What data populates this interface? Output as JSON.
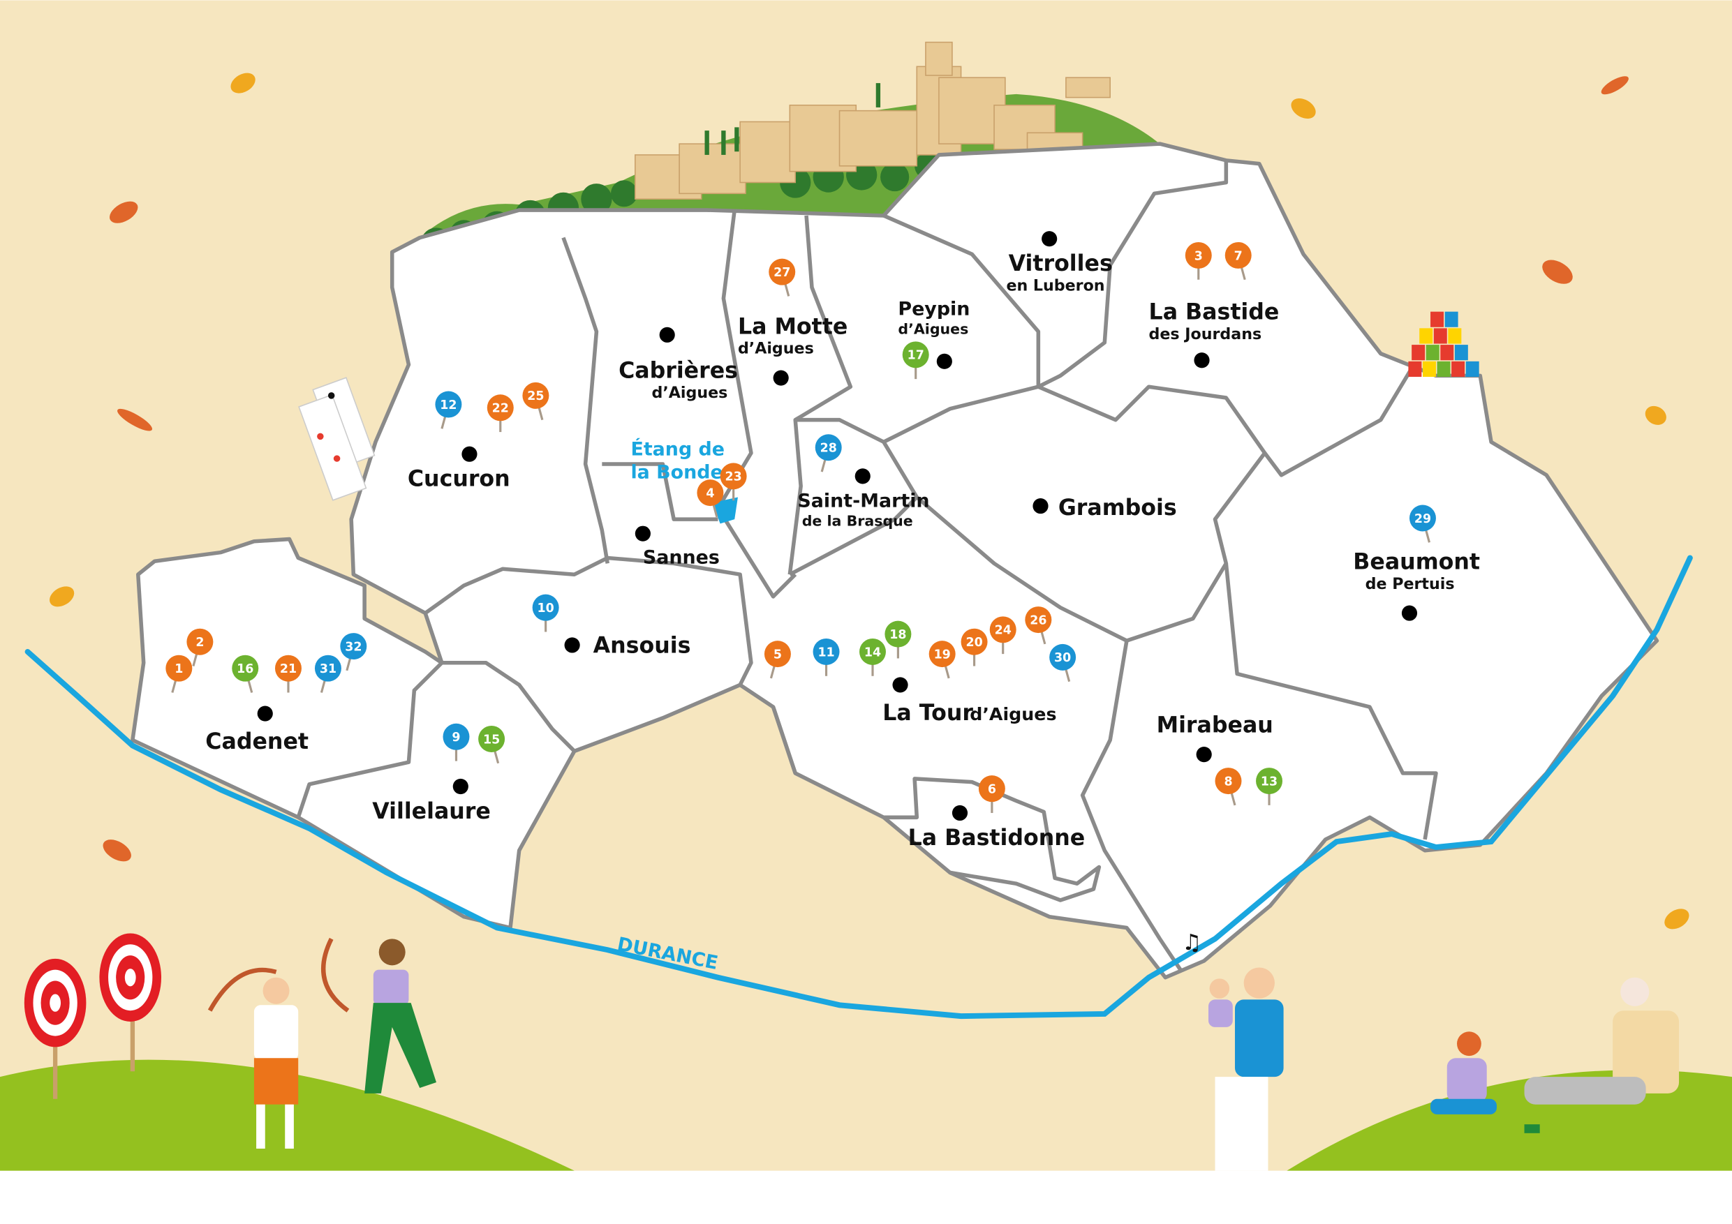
{
  "colors": {
    "background": "#f6e6bf",
    "commune_fill": "#ffffff",
    "border": "#8a8a8a",
    "river": "#1aa6df",
    "pin_orange": "#ec741a",
    "pin_blue": "#1a93d4",
    "pin_green": "#6cb22f",
    "grass": "#94c11f",
    "water_label": "#1aa6df"
  },
  "communes": {
    "cucuron": "Cucuron",
    "cabrieres": "Cabrières",
    "cabrieres_sub": "d’Aigues",
    "la_motte": "La Motte",
    "la_motte_sub": "d’Aigues",
    "peypin": "Peypin",
    "peypin_sub": "d’Aigues",
    "vitrolles": "Vitrolles",
    "vitrolles_sub": "en Luberon",
    "la_bastide": "La Bastide",
    "la_bastide_sub": "des Jourdans",
    "saint_martin": "Saint-Martin",
    "saint_martin_sub": "de la Brasque",
    "grambois": "Grambois",
    "beaumont": "Beaumont",
    "beaumont_sub": "de Pertuis",
    "sannes": "Sannes",
    "ansouis": "Ansouis",
    "cadenet": "Cadenet",
    "villelaure": "Villelaure",
    "la_tour": "La Tour",
    "la_tour_sub": "d’Aigues",
    "mirabeau": "Mirabeau",
    "la_bastidonne": "La Bastidonne"
  },
  "water": {
    "etang_line1": "Étang de",
    "etang_line2": "la Bonde",
    "river": "DURANCE"
  },
  "pins": [
    {
      "n": "1",
      "color": "orange"
    },
    {
      "n": "2",
      "color": "orange"
    },
    {
      "n": "3",
      "color": "orange"
    },
    {
      "n": "4",
      "color": "orange"
    },
    {
      "n": "5",
      "color": "orange"
    },
    {
      "n": "6",
      "color": "orange"
    },
    {
      "n": "7",
      "color": "orange"
    },
    {
      "n": "8",
      "color": "orange"
    },
    {
      "n": "9",
      "color": "blue"
    },
    {
      "n": "10",
      "color": "blue"
    },
    {
      "n": "11",
      "color": "blue"
    },
    {
      "n": "12",
      "color": "blue"
    },
    {
      "n": "13",
      "color": "green"
    },
    {
      "n": "14",
      "color": "green"
    },
    {
      "n": "15",
      "color": "green"
    },
    {
      "n": "16",
      "color": "green"
    },
    {
      "n": "17",
      "color": "green"
    },
    {
      "n": "18",
      "color": "green"
    },
    {
      "n": "19",
      "color": "orange"
    },
    {
      "n": "20",
      "color": "orange"
    },
    {
      "n": "21",
      "color": "orange"
    },
    {
      "n": "22",
      "color": "orange"
    },
    {
      "n": "23",
      "color": "orange"
    },
    {
      "n": "24",
      "color": "orange"
    },
    {
      "n": "25",
      "color": "orange"
    },
    {
      "n": "26",
      "color": "orange"
    },
    {
      "n": "27",
      "color": "orange"
    },
    {
      "n": "28",
      "color": "blue"
    },
    {
      "n": "29",
      "color": "blue"
    },
    {
      "n": "30",
      "color": "blue"
    },
    {
      "n": "31",
      "color": "blue"
    },
    {
      "n": "32",
      "color": "blue"
    }
  ]
}
